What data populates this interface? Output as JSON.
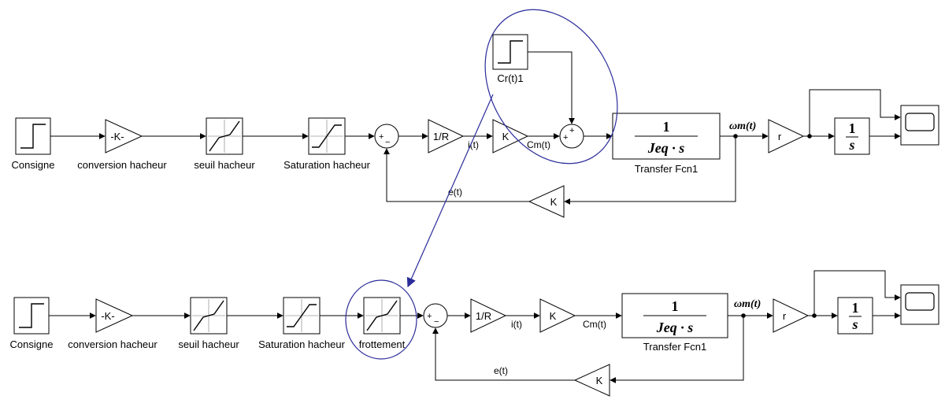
{
  "top": {
    "consigne": "Consigne",
    "conversion_gain": "-K-",
    "conversion": "conversion hacheur",
    "seuil": "seuil hacheur",
    "saturation": "Saturation hacheur",
    "sum1_plus": "+",
    "sum1_minus": "−",
    "inv_r": "1/R",
    "i_sig": "i(t)",
    "k_gain": "K",
    "cm_sig": "Cm(t)",
    "cr_block": "Cr(t)1",
    "sum2_plus_left": "+",
    "sum2_plus_top": "+",
    "tf_num": "1",
    "tf_den": "Jeq · s",
    "tf_name": "Transfer Fcn1",
    "omega": "ωm(t)",
    "r_gain": "r",
    "int_num": "1",
    "int_den": "s",
    "e_sig": "e(t)",
    "fb_gain": "K"
  },
  "bottom": {
    "consigne": "Consigne",
    "conversion_gain": "-K-",
    "conversion": "conversion hacheur",
    "seuil": "seuil hacheur",
    "saturation": "Saturation hacheur",
    "frottement": "frottement",
    "sum_plus": "+",
    "sum_minus": "−",
    "inv_r": "1/R",
    "i_sig": "i(t)",
    "k_gain": "K",
    "cm_sig": "Cm(t)",
    "tf_num": "1",
    "tf_den": "Jeq · s",
    "tf_name": "Transfer Fcn1",
    "omega": "ωm(t)",
    "r_gain": "r",
    "int_num": "1",
    "int_den": "s",
    "e_sig": "e(t)",
    "fb_gain": "K"
  },
  "annotation_color": "#2b2b9a"
}
